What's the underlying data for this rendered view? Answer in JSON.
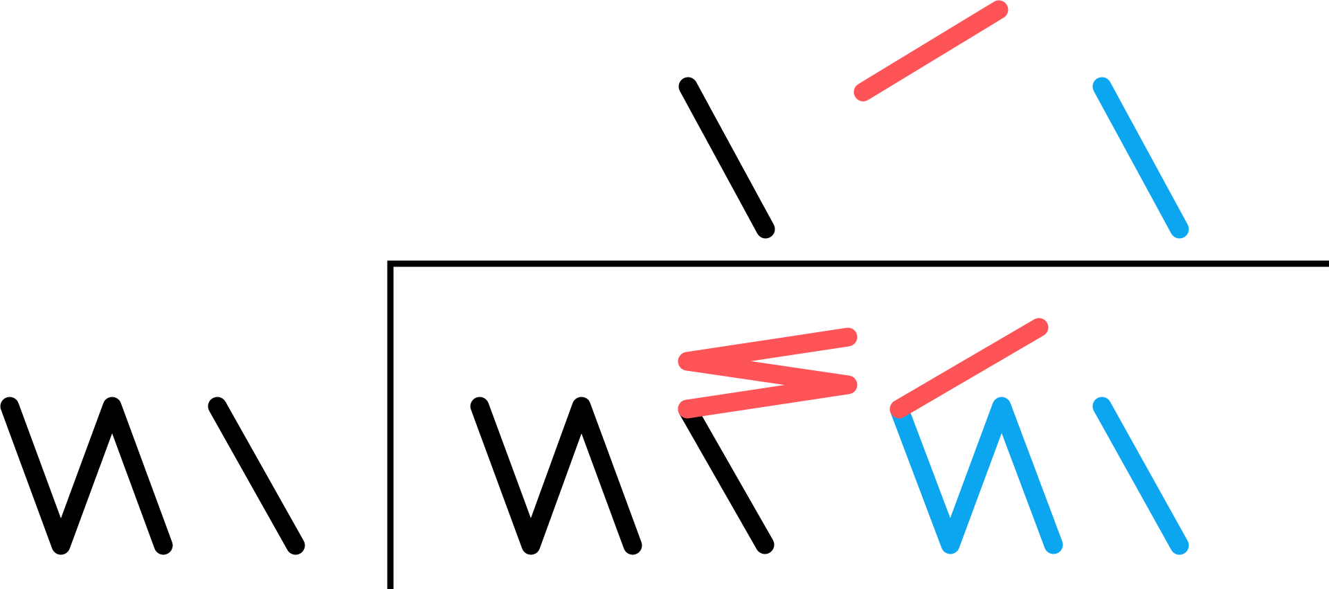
{
  "colors": {
    "ink": "#000000",
    "accent_blue": "#0BA5F0",
    "accent_red": "#FF5457",
    "background": "#FFFFFF"
  },
  "elements": {
    "frame": "corner-frame",
    "top_row": [
      "black-stroke",
      "red-stroke",
      "blue-stroke"
    ],
    "bottom_row": [
      "black-zigzag",
      "black-stroke",
      "black-zigzag",
      "black-stroke",
      "red-zigzag",
      "red-stroke",
      "blue-zigzag",
      "blue-stroke"
    ]
  }
}
